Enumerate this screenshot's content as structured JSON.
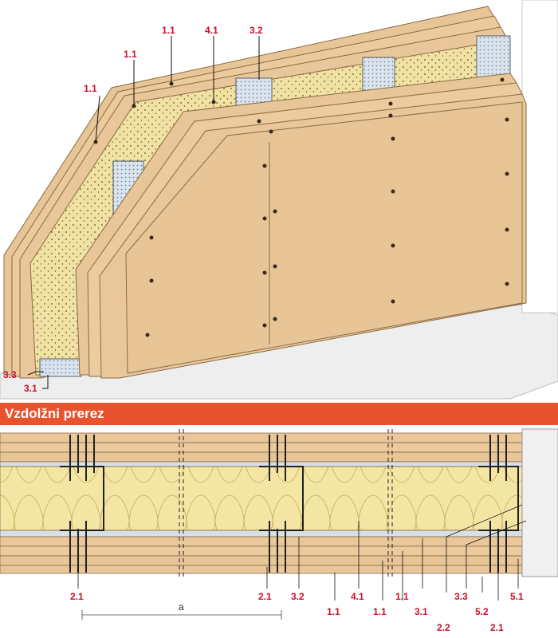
{
  "isometric": {
    "callouts": {
      "c1": "1.1",
      "c2": "1.1",
      "c3": "1.1",
      "c4": "4.1",
      "c5": "3.2",
      "c6": "3.3",
      "c7": "3.1"
    }
  },
  "section": {
    "title": "Vzdolžni prerez",
    "dimension": "a",
    "callouts": {
      "b1": "2.1",
      "b2": "2.1",
      "b3": "3.2",
      "b4": "1.1",
      "b5": "4.1",
      "b6": "1.1",
      "b7": "1.1",
      "b8": "3.1",
      "b9": "2.2",
      "b10": "3.3",
      "b11": "5.2",
      "b12": "2.1",
      "b13": "5.1"
    }
  },
  "colors": {
    "board": "#e9c79a",
    "board_edge": "#8a6a44",
    "insulation": "#f3e6a4",
    "stud": "#dde6ef",
    "banner": "#e8532e",
    "callout": "#c8102e"
  }
}
